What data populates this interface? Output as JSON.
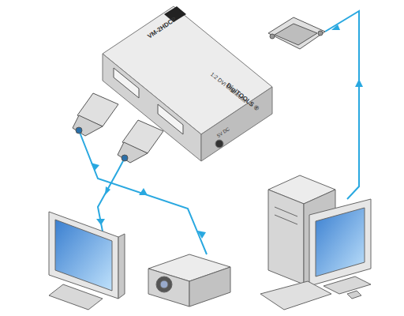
{
  "diagram": {
    "nodes": [
      {
        "text": [
          "VM-2HDCP",
          "1:2 DVI Distributor",
          "DigiTOOLS ®",
          "5V DC"
        ]
      }
    ]
  }
}
